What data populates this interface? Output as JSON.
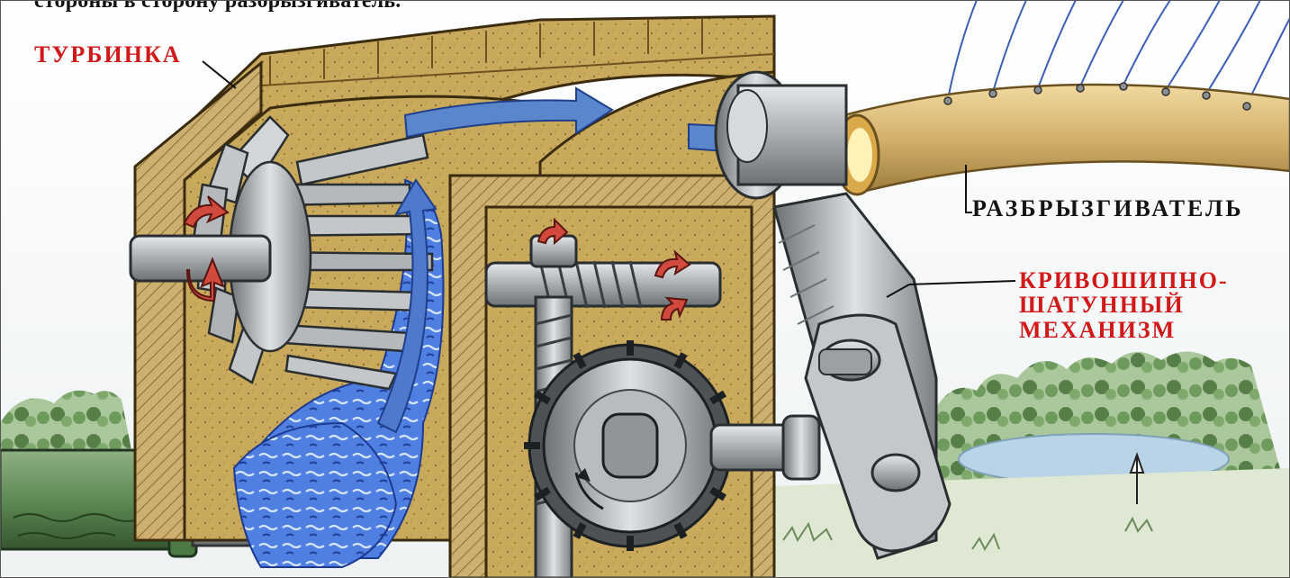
{
  "caption": "стороны в сторону разбрызгиватель.",
  "labels": {
    "turbine": "ТУРБИНКА",
    "sprinkler": "РАЗБРЫЗГИВАТЕЛЬ",
    "crank_line1": "КРИВОШИПНО-",
    "crank_line2": "ШАТУННЫЙ",
    "crank_line3": "МЕХАНИЗМ"
  },
  "colors": {
    "label_red": "#d21919",
    "label_dark": "#141414",
    "housing": "#c8a85a",
    "metal": "#9ea3a6",
    "water_blue": "#3f6fd8",
    "flow_arrow": "#5a86cc",
    "rotation_arrow": "#d24a3e",
    "pipe_green": "#5f8a55",
    "hose": "#d8b877"
  }
}
